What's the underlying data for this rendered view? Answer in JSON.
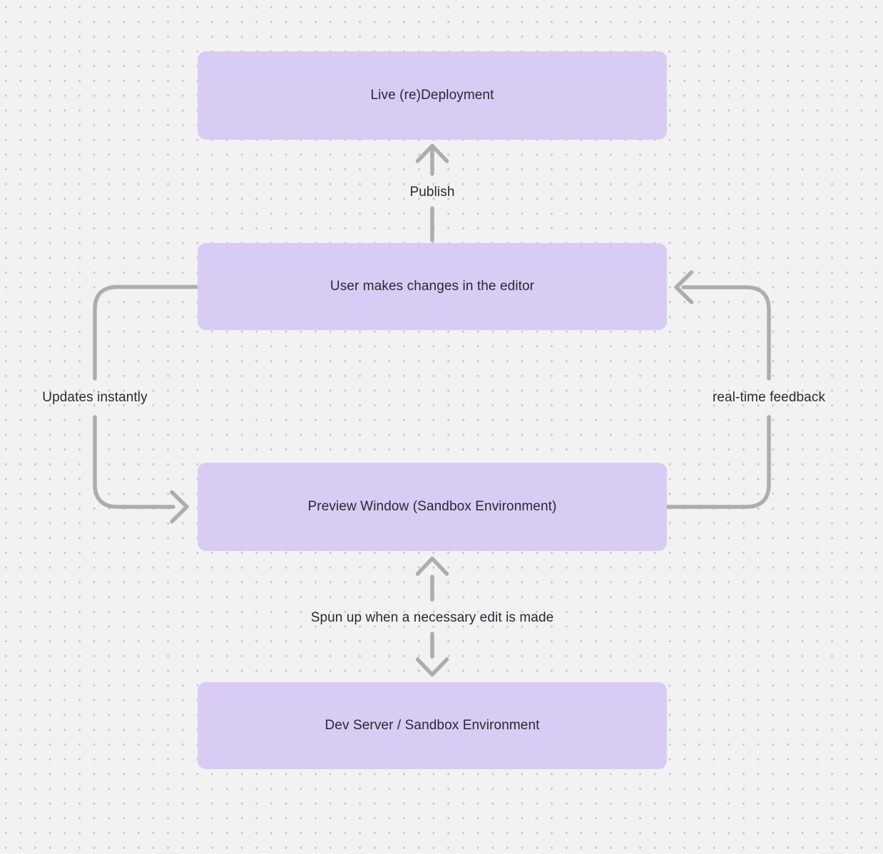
{
  "canvas": {
    "background_color": "#f3f2f2",
    "dot_color": "#c8c6c6",
    "node_fill_color": "#d8ccf4",
    "text_color": "#2b2733",
    "arrow_color": "#aeacac"
  },
  "nodes": [
    {
      "id": "live-redeployment",
      "label": "Live (re)Deployment"
    },
    {
      "id": "user-editor",
      "label": "User makes changes in the editor"
    },
    {
      "id": "preview-window",
      "label": "Preview Window (Sandbox Environment)"
    },
    {
      "id": "dev-server",
      "label": "Dev Server / Sandbox Environment"
    }
  ],
  "edges": {
    "publish": {
      "label": "Publish"
    },
    "updates": {
      "label": "Updates instantly"
    },
    "feedback": {
      "label": "real-time feedback"
    },
    "spun_up": {
      "label": "Spun up when a necessary edit is made"
    }
  }
}
